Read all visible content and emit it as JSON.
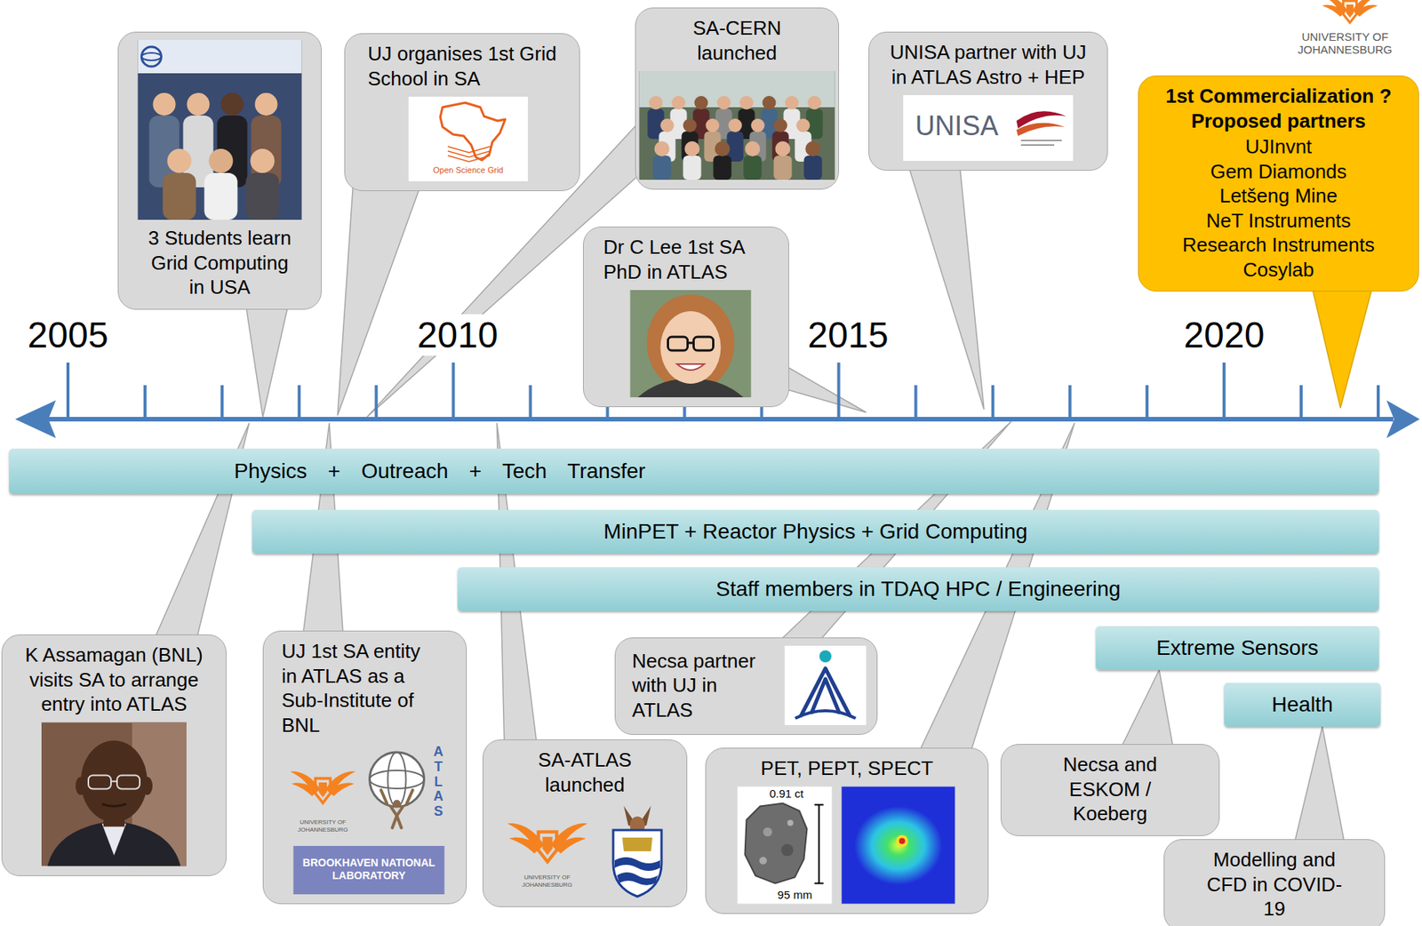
{
  "diagram": {
    "nodes": [
      {
        "text": [
          "3 Students learn Grid Computing in USA"
        ]
      },
      {
        "text": [
          "UJ organises 1st Grid School in SA"
        ]
      },
      {
        "text": [
          "SA-CERN launched"
        ]
      },
      {
        "text": [
          "Dr C Lee 1st SA PhD in ATLAS"
        ]
      },
      {
        "text": [
          "UNISA partner with UJ in ATLAS Astro + HEP"
        ]
      },
      {
        "text": [
          "1st Commercialization ? Proposed partners",
          "UJInvnt",
          "Gem Diamonds",
          "Letšeng Mine",
          "NeT Instruments",
          "Research Instruments",
          "Cosylab"
        ]
      },
      {
        "text": [
          "Physics + Outreach + Tech Transfer"
        ]
      },
      {
        "text": [
          "MinPET + Reactor Physics + Grid Computing"
        ]
      },
      {
        "text": [
          "Staff members in TDAQ HPC / Engineering"
        ]
      },
      {
        "text": [
          "Extreme Sensors"
        ]
      },
      {
        "text": [
          "Health"
        ]
      },
      {
        "text": [
          "K Assamagan (BNL) visits SA to arrange entry into ATLAS"
        ]
      },
      {
        "text": [
          "UJ 1st SA entity in ATLAS as a Sub-Institute of BNL"
        ]
      },
      {
        "text": [
          "SA-ATLAS launched"
        ]
      },
      {
        "text": [
          "Necsa partner with UJ in ATLAS"
        ]
      },
      {
        "text": [
          "PET, PEPT, SPECT"
        ]
      },
      {
        "text": [
          "Necsa and ESKOM / Koeberg"
        ]
      },
      {
        "text": [
          "Modelling and CFD in COVID-19"
        ]
      }
    ],
    "edges": [
      {
        "from": 16,
        "to": 9,
        "arrow": "none"
      },
      {
        "from": 17,
        "to": 10,
        "arrow": "none"
      }
    ],
    "labels": [
      "2005",
      "2010",
      "2015",
      "2020",
      "UNIVERSITY OF JOHANNESBURG",
      "Open Science Grid",
      "UNISA",
      "UNIVERSITY OF JOHANNESBURG",
      "ATLAS",
      "BROOKHAVEN NATIONAL LABORATORY",
      "UNIVERSITY OF JOHANNESBURG",
      "0.91 ct",
      "95 mm"
    ]
  }
}
